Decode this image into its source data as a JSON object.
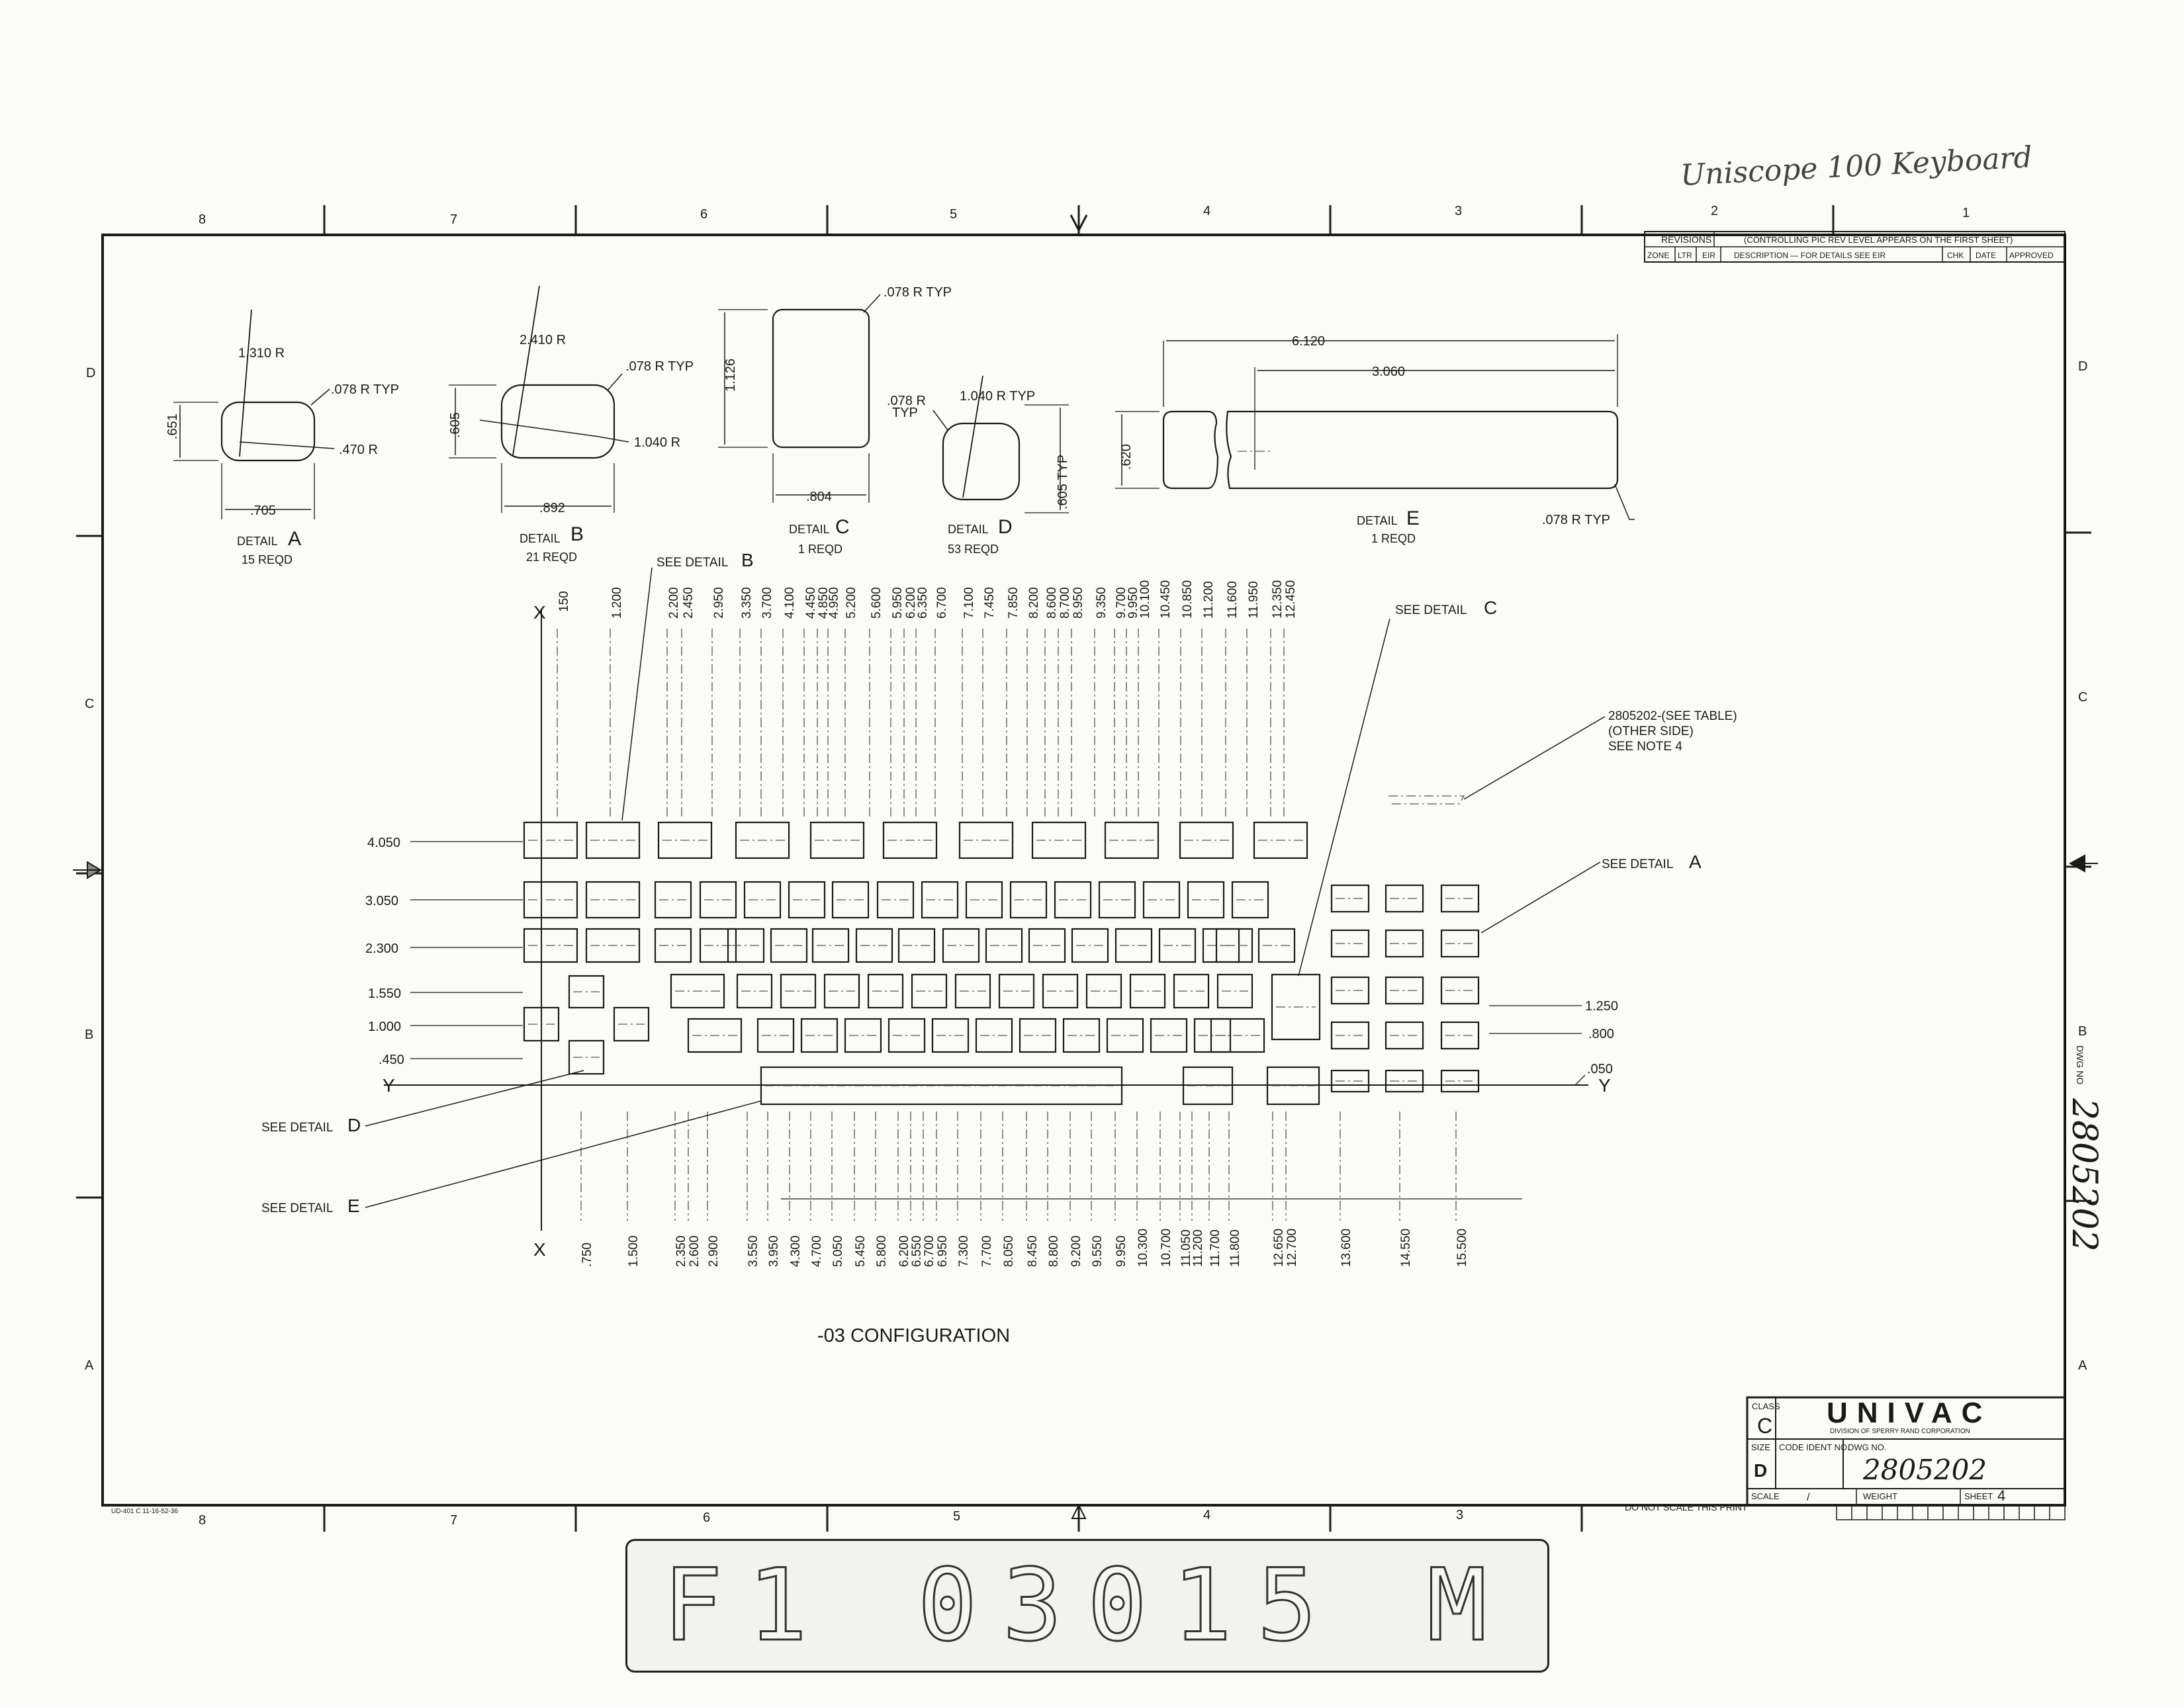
{
  "handwritten_title": "Uniscope 100 Keyboard",
  "zones": {
    "columns": [
      "8",
      "7",
      "6",
      "5",
      "4",
      "3",
      "2",
      "1"
    ],
    "rows": [
      "D",
      "C",
      "B",
      "A"
    ]
  },
  "revisions": {
    "title": "REVISIONS",
    "note": "(CONTROLLING PIC REV LEVEL APPEARS ON THE FIRST SHEET)",
    "headers": [
      "ZONE",
      "LTR",
      "EIR",
      "DESCRIPTION — FOR DETAILS SEE EIR",
      "CHK",
      "DATE",
      "APPROVED"
    ]
  },
  "details": {
    "A": {
      "title": "DETAIL",
      "letter": "A",
      "qty": "15 REQD",
      "dims": [
        "1.310 R",
        ".078 R TYP",
        ".470 R",
        ".651",
        ".705"
      ]
    },
    "B": {
      "title": "DETAIL",
      "letter": "B",
      "qty": "21 REQD",
      "dims": [
        "2.410 R",
        ".078 R TYP",
        "1.040 R",
        ".605",
        ".892"
      ]
    },
    "C": {
      "title": "DETAIL",
      "letter": "C",
      "qty": "1 REQD",
      "dims": [
        ".078 R TYP",
        "1.126",
        ".804"
      ]
    },
    "D": {
      "title": "DETAIL",
      "letter": "D",
      "qty": "53 REQD",
      "dims": [
        ".078 R",
        "TYP",
        "1.040 R TYP",
        ".605 TYP"
      ]
    },
    "E": {
      "title": "DETAIL",
      "letter": "E",
      "qty": "1 REQD",
      "dims": [
        "6.120",
        "3.060",
        ".620",
        ".078 R TYP"
      ]
    }
  },
  "callouts": {
    "see_b": "SEE DETAIL",
    "see_b_letter": "B",
    "see_c": "SEE DETAIL",
    "see_c_letter": "C",
    "see_a": "SEE DETAIL",
    "see_a_letter": "A",
    "see_d": "SEE DETAIL",
    "see_d_letter": "D",
    "see_e": "SEE DETAIL",
    "see_e_letter": "E",
    "part_ref_1": "2805202-(SEE TABLE)",
    "part_ref_2": "(OTHER SIDE)",
    "part_ref_3": "SEE NOTE 4"
  },
  "axes": {
    "x": "X",
    "y": "Y"
  },
  "top_dims": [
    "150",
    "1.200",
    "2.200",
    "2.450",
    "2.950",
    "3.350",
    "3.700",
    "4.100",
    "4.450",
    "4.850",
    "4.950",
    "5.200",
    "5.600",
    "5.950",
    "6.200",
    "6.350",
    "6.700",
    "7.100",
    "7.450",
    "7.850",
    "8.200",
    "8.600",
    "8.700",
    "8.950",
    "9.350",
    "9.700",
    "9.950",
    "10.100",
    "10.450",
    "10.850",
    "11.200",
    "11.600",
    "11.950",
    "12.350",
    "12.450"
  ],
  "bottom_dims": [
    ".750",
    "1.500",
    "2.350",
    "2.600",
    "2.900",
    "3.550",
    "3.950",
    "4.300",
    "4.700",
    "5.050",
    "5.450",
    "5.800",
    "6.200",
    "6.550",
    "6.700",
    "6.950",
    "7.300",
    "7.700",
    "8.050",
    "8.450",
    "8.800",
    "9.200",
    "9.550",
    "9.950",
    "10.300",
    "10.700",
    "11.050",
    "11.200",
    "11.700",
    "11.800",
    "12.650",
    "12.700",
    "13.600",
    "14.550",
    "15.500"
  ],
  "left_dims": [
    "4.050",
    "3.050",
    "2.300",
    "1.550",
    "1.000",
    ".450"
  ],
  "right_dims": [
    "1.250",
    ".800",
    ".050"
  ],
  "config_label": "-03 CONFIGURATION",
  "title_block": {
    "class_label": "CLASS",
    "class_value": "C",
    "company": "UNIVAC",
    "division": "DIVISION OF SPERRY RAND CORPORATION",
    "size_label": "SIZE",
    "size_value": "D",
    "code_ident_label": "CODE IDENT NO.",
    "dwg_no_label": "DWG NO.",
    "dwg_no": "2805202",
    "scale_label": "SCALE",
    "scale_value": "/",
    "weight_label": "WEIGHT",
    "sheet_label": "SHEET",
    "sheet_value": "4",
    "do_not_scale": "DO NOT SCALE THIS PRINT"
  },
  "side_dwg": {
    "label": "DWG NO",
    "number": "2805202"
  },
  "form_number": "UD-401 C 11-16-52-36",
  "aperture_label": "F1 03015 M"
}
